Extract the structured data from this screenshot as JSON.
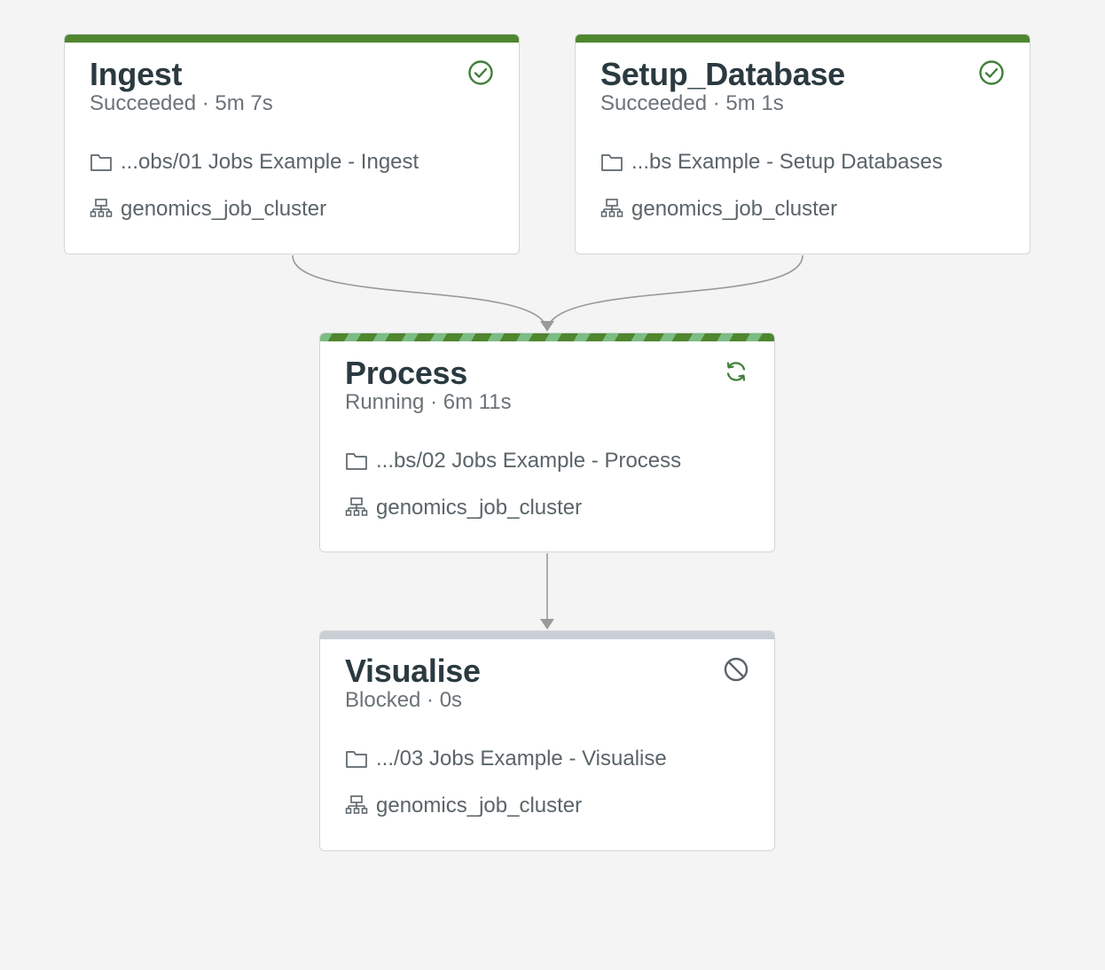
{
  "tasks": [
    {
      "id": "ingest",
      "title": "Ingest",
      "status": "Succeeded",
      "duration": "5m 7s",
      "subtitle": "Succeeded · 5m 7s",
      "path": "...obs/01 Jobs Example - Ingest",
      "cluster": "genomics_job_cluster",
      "status_icon": "check-circle-icon"
    },
    {
      "id": "setup_database",
      "title": "Setup_Database",
      "status": "Succeeded",
      "duration": "5m 1s",
      "subtitle": "Succeeded · 5m 1s",
      "path": "...bs Example - Setup Databases",
      "cluster": "genomics_job_cluster",
      "status_icon": "check-circle-icon"
    },
    {
      "id": "process",
      "title": "Process",
      "status": "Running",
      "duration": "6m 11s",
      "subtitle": "Running · 6m 11s",
      "path": "...bs/02 Jobs Example - Process",
      "cluster": "genomics_job_cluster",
      "status_icon": "refresh-icon"
    },
    {
      "id": "visualise",
      "title": "Visualise",
      "status": "Blocked",
      "duration": "0s",
      "subtitle": "Blocked · 0s",
      "path": ".../03 Jobs Example - Visualise",
      "cluster": "genomics_job_cluster",
      "status_icon": "blocked-icon"
    }
  ],
  "edges": [
    {
      "from": "ingest",
      "to": "process"
    },
    {
      "from": "setup_database",
      "to": "process"
    },
    {
      "from": "process",
      "to": "visualise"
    }
  ],
  "colors": {
    "succeeded": "#4f862e",
    "running_stripe_light": "#7bbd83",
    "blocked": "#c8cfd5",
    "edge": "#9a9a9a",
    "background": "#f4f4f4"
  }
}
